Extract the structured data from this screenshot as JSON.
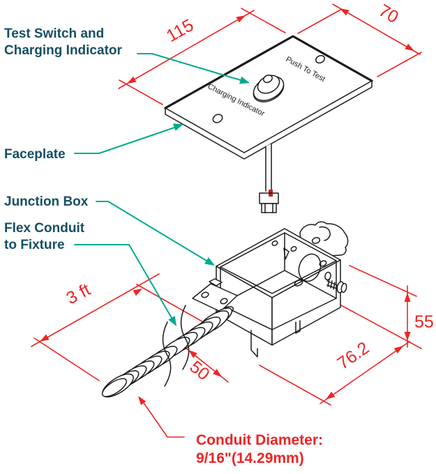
{
  "colors": {
    "dimension_red": "#ee2424",
    "leader_teal": "#00a98f",
    "label_dark": "#164f63",
    "line_black": "#1a1a1a"
  },
  "annotations": {
    "test_switch": {
      "line1": "Test Switch and",
      "line2": "Charging Indicator"
    },
    "faceplate": "Faceplate",
    "junction_box": "Junction Box",
    "flex_conduit": {
      "line1": "Flex Conduit",
      "line2": "to Fixture"
    },
    "conduit_diameter": {
      "line1": "Conduit Diameter:",
      "line2": "9/16\"(14.29mm)"
    }
  },
  "faceplate_markings": {
    "push_to_test": "Push To Test",
    "charging_indicator": "Charging Indicator"
  },
  "dimensions": {
    "plate_length": "115",
    "plate_width": "70",
    "conduit_total_length": "3 ft",
    "conduit_exposed_length": "50",
    "box_height": "55",
    "box_depth": "76.2"
  }
}
